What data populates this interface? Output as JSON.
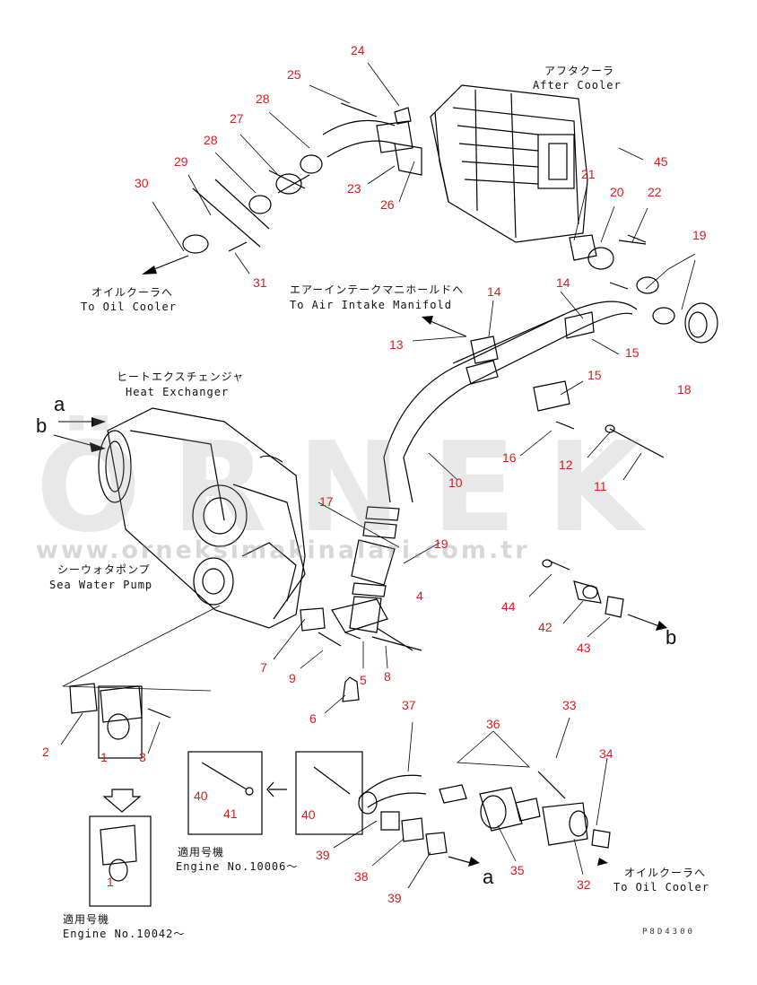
{
  "watermark": {
    "brand": "ÖRNEK",
    "url": "www.orneksimakinalari.com.tr"
  },
  "drawing_code": "P8D4300",
  "labels": {
    "after_cooler_jp": "アフタクーラ",
    "after_cooler_en": "After Cooler",
    "to_oil_cooler_jp_1": "オイルクーラへ",
    "to_oil_cooler_en_1": "To Oil Cooler",
    "to_air_intake_jp": "エアーインテークマニホールドへ",
    "to_air_intake_en": "To Air Intake Manifold",
    "heat_exchanger_jp": "ヒートエクスチェンジャ",
    "heat_exchanger_en": "Heat Exchanger",
    "sea_water_pump_jp": "シーウォタポンプ",
    "sea_water_pump_en": "Sea Water Pump",
    "engine_no_jp_1": "適用号機",
    "engine_no_en_1": "Engine No.10006～",
    "engine_no_jp_2": "適用号機",
    "engine_no_en_2": "Engine No.10042～",
    "to_oil_cooler_jp_2": "オイルクーラへ",
    "to_oil_cooler_en_2": "To Oil Cooler",
    "ref_a_top": "a",
    "ref_b_top": "b",
    "ref_a_bottom": "a",
    "ref_b_right": "b"
  },
  "part_numbers": [
    "24",
    "25",
    "28",
    "27",
    "28",
    "29",
    "30",
    "31",
    "23",
    "26",
    "45",
    "21",
    "20",
    "22",
    "19",
    "14",
    "14",
    "13",
    "15",
    "18",
    "15",
    "16",
    "12",
    "11",
    "10",
    "17",
    "19",
    "4",
    "44",
    "42",
    "43",
    "7",
    "9",
    "5",
    "8",
    "6",
    "2",
    "1",
    "3",
    "37",
    "36",
    "33",
    "34",
    "40",
    "41",
    "40",
    "39",
    "38",
    "39",
    "35",
    "32",
    "1"
  ]
}
